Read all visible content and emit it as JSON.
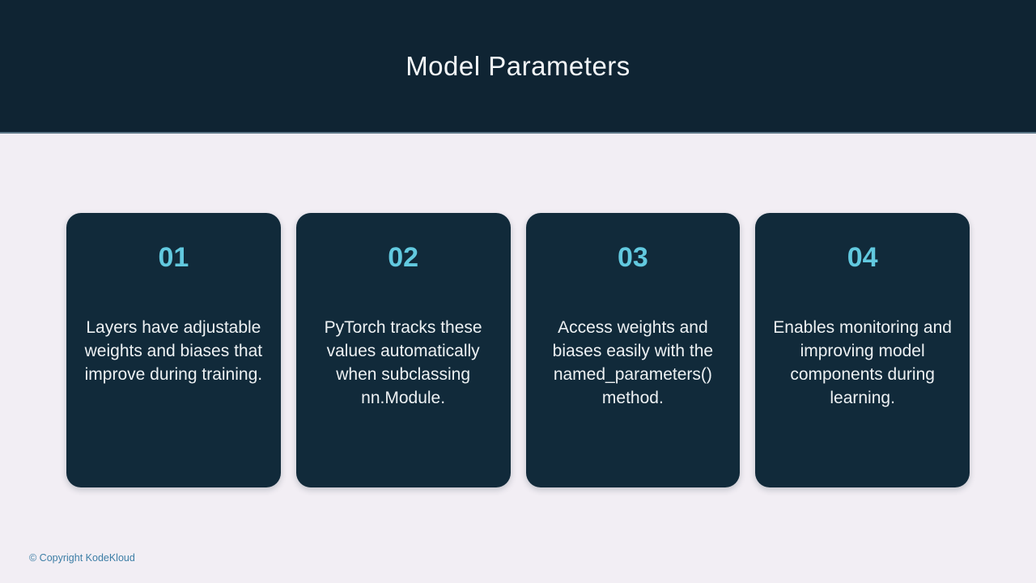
{
  "slide": {
    "title": "Model Parameters",
    "cards": [
      {
        "number": "01",
        "text": "Layers have adjustable weights and biases that improve during training."
      },
      {
        "number": "02",
        "text": "PyTorch tracks these values automatically when subclassing nn.Module."
      },
      {
        "number": "03",
        "text": "Access weights and biases easily with the named_parameters() method."
      },
      {
        "number": "04",
        "text": "Enables monitoring and improving model components during learning."
      }
    ],
    "footer": "© Copyright KodeKloud",
    "colors": {
      "header_bg": "#0f2433",
      "card_bg": "#112a3a",
      "page_bg": "#f2eef4",
      "accent_cyan": "#62c9df",
      "card_text": "#edf1f3",
      "footer_text": "#3d7ea6",
      "divider": "#5e7888"
    }
  }
}
